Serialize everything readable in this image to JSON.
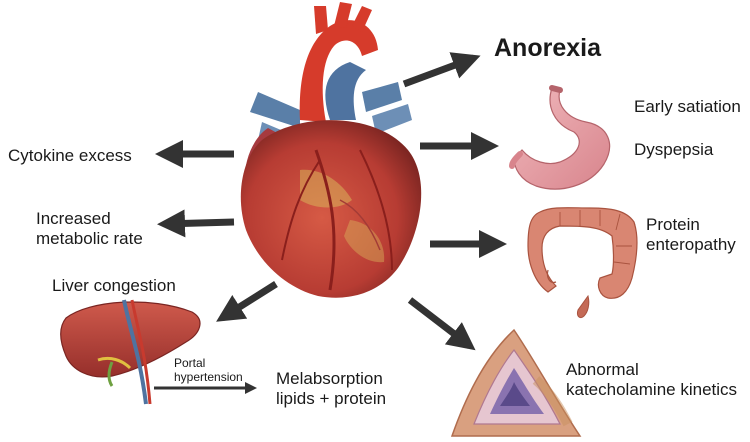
{
  "labels": {
    "anorexia": "Anorexia",
    "early_satiation": "Early satiation",
    "dyspepsia": "Dyspepsia",
    "cytokine_excess": "Cytokine excess",
    "increased_metabolic_rate": [
      "Increased",
      "metabolic rate"
    ],
    "protein_enteropathy": [
      "Protein",
      "enteropathy"
    ],
    "liver_congestion": "Liver congestion",
    "portal_hypertension": [
      "Portal",
      "hypertension"
    ],
    "malabsorption": [
      "Melabsorption",
      "lipids + protein"
    ],
    "catecholamine": [
      "Abnormal",
      "katecholamine kinetics"
    ]
  },
  "colors": {
    "arrow": "#333333",
    "text": "#1a1a1a",
    "heart_main": "#c8453a",
    "heart_dark": "#8e2a25",
    "aorta": "#d63b2b",
    "vein_blue": "#5a7fa8",
    "stomach": "#e7a3a8",
    "intestine": "#d98672",
    "liver": "#b8473e",
    "adrenal_outer": "#d9a080",
    "adrenal_inner": "#8a73b0"
  }
}
